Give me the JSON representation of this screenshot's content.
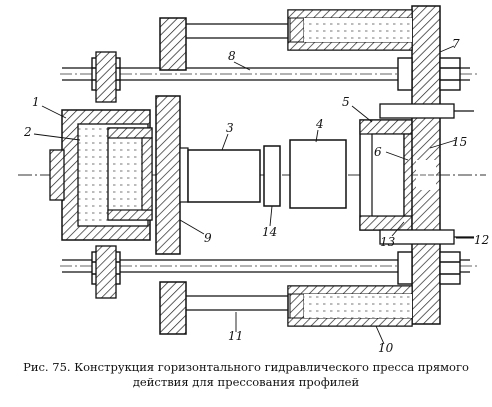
{
  "labels": {
    "l1": "1",
    "l2": "2",
    "l3": "3",
    "l4": "4",
    "l5": "5",
    "l6": "6",
    "l7": "7",
    "l8": "8",
    "l9": "9",
    "l10": "10",
    "l11": "11",
    "l12": "12",
    "l13": "13",
    "l14": "14",
    "l15": "15"
  },
  "caption": {
    "line1": "Рис. 75. Конструкция горизонтального гидравлического пресса прямого",
    "line2": "действия для прессования профилей"
  }
}
